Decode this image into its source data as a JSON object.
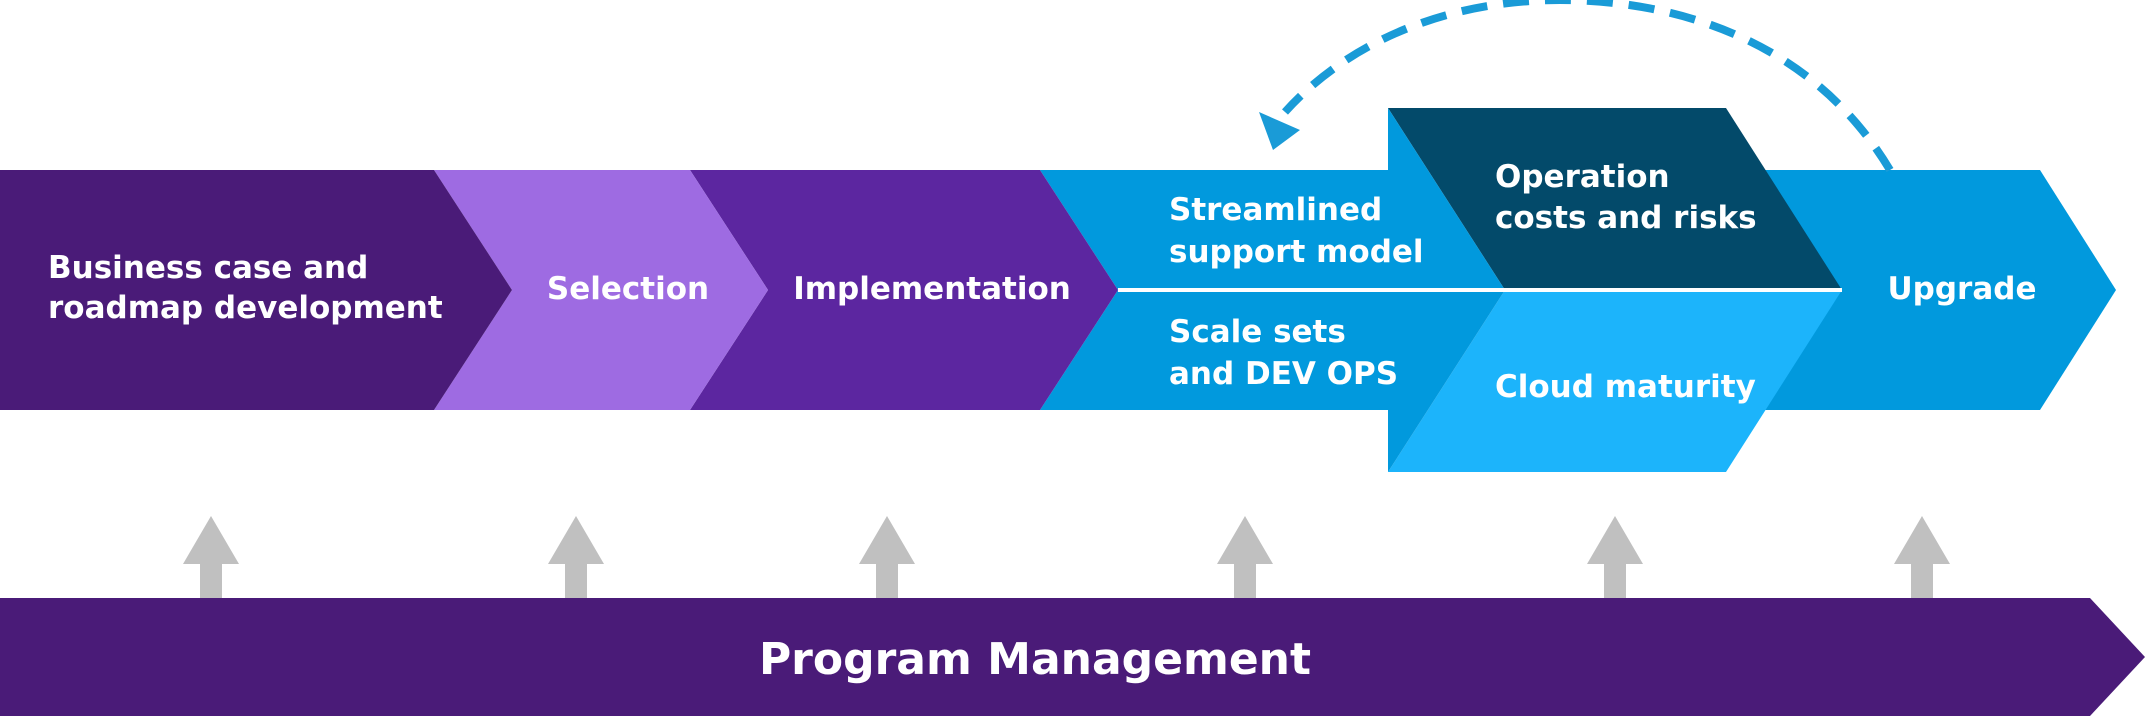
{
  "colors": {
    "dark_purple": "#4A1B78",
    "light_purple": "#9E6BE2",
    "mid_purple": "#5C26A0",
    "blue": "#0199DD",
    "dark_teal": "#034A6A",
    "light_blue": "#1CB4FB",
    "arrow_gray": "#C0C0C0",
    "dashed_arrow": "#1A9BD7",
    "text": "#FFFFFF"
  },
  "stages": {
    "business_case": {
      "line1": "Business case and",
      "line2": "roadmap development"
    },
    "selection": {
      "label": "Selection"
    },
    "implementation": {
      "label": "Implementation"
    },
    "streamlined": {
      "line1": "Streamlined",
      "line2": "support model"
    },
    "scale_sets": {
      "line1": "Scale sets",
      "line2": "and DEV OPS"
    },
    "operation": {
      "line1": "Operation",
      "line2": "costs and risks"
    },
    "cloud_maturity": {
      "label": "Cloud maturity"
    },
    "upgrade": {
      "label": "Upgrade"
    }
  },
  "program_management": {
    "label": "Program Management"
  },
  "icons": {
    "support_arrow": "arrow-up-icon",
    "loop_arrow": "dashed-curved-arrow-icon"
  }
}
